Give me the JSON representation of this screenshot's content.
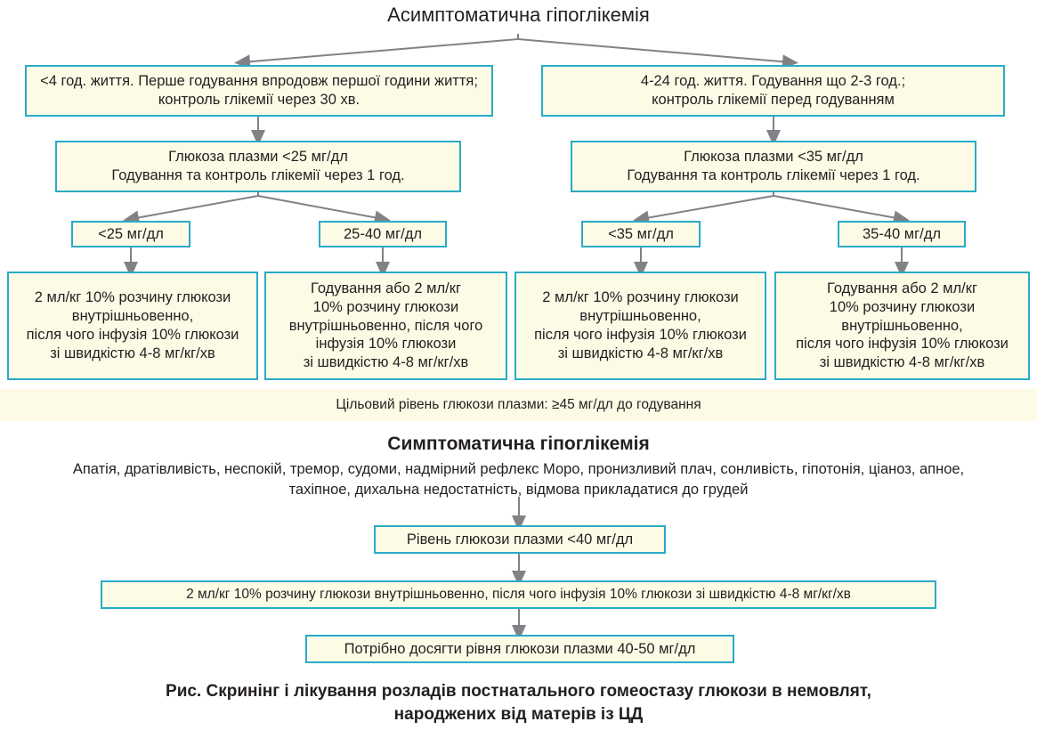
{
  "diagram": {
    "asymptomatic_title": "Асимптоматична гіпоглікемія",
    "branches": [
      {
        "id": "left",
        "entry": "<4 год. життя. Перше годування впродовж першої години життя; контроль глікемії через 30 хв.",
        "measure": "Глюкоза плазми <25 мг/дл\nГодування та контроль глікемії через 1 год.",
        "options": [
          {
            "label": "<25 мг/дл",
            "treatment": "2 мл/кг 10% розчину глюкози\nвнутрішньовенно,\nпісля чого інфузія 10% глюкози\nзі швидкістю 4-8 мг/кг/хв"
          },
          {
            "label": "25-40 мг/дл",
            "treatment": "Годування або 2 мл/кг\n10% розчину глюкози\nвнутрішньовенно, після чого\nінфузія 10% глюкози\nзі швидкістю 4-8 мг/кг/хв"
          }
        ]
      },
      {
        "id": "right",
        "entry": "4-24 год. життя. Годування що 2-3 год.;\nконтроль глікемії перед годуванням",
        "measure": "Глюкоза плазми <35 мг/дл\nГодування та контроль глікемії через 1 год.",
        "options": [
          {
            "label": "<35 мг/дл",
            "treatment": "2 мл/кг 10% розчину глюкози\nвнутрішньовенно,\nпісля чого інфузія 10% глюкози\nзі швидкістю 4-8 мг/кг/хв"
          },
          {
            "label": "35-40 мг/дл",
            "treatment": "Годування або 2 мл/кг\n10% розчину глюкози\nвнутрішньовенно,\nпісля чого інфузія 10% глюкози\nзі швидкістю 4-8 мг/кг/хв"
          }
        ]
      }
    ],
    "target_band": "Цільовий рівень глюкози плазми: ≥45 мг/дл до годування",
    "symptomatic_title": "Симптоматична гіпоглікемія",
    "symptomatic_signs": "Апатія, дратівливість, неспокій, тремор, судоми, надмірний рефлекс Моро, пронизливий плач, сонливість, гіпотонія, ціаноз, апное,\nтахіпное, дихальна недостатність, відмова прикладатися до грудей",
    "symptomatic_level": "Рівень глюкози плазми <40 мг/дл",
    "symptomatic_treatment": "2 мл/кг 10% розчину глюкози внутрішньовенно, після чого інфузія 10% глюкози зі швидкістю 4-8 мг/кг/хв",
    "symptomatic_goal": "Потрібно досягти рівня глюкози плазми 40-50 мг/дл",
    "caption": "Рис. Скринінг і лікування розладів постнатального гомеостазу глюкози в немовлят,\nнароджених від матерів із ЦД"
  },
  "colors": {
    "box_border": "#29abc8",
    "box_fill": "#fdfbe6",
    "connector": "#808285",
    "text": "#231f20"
  }
}
